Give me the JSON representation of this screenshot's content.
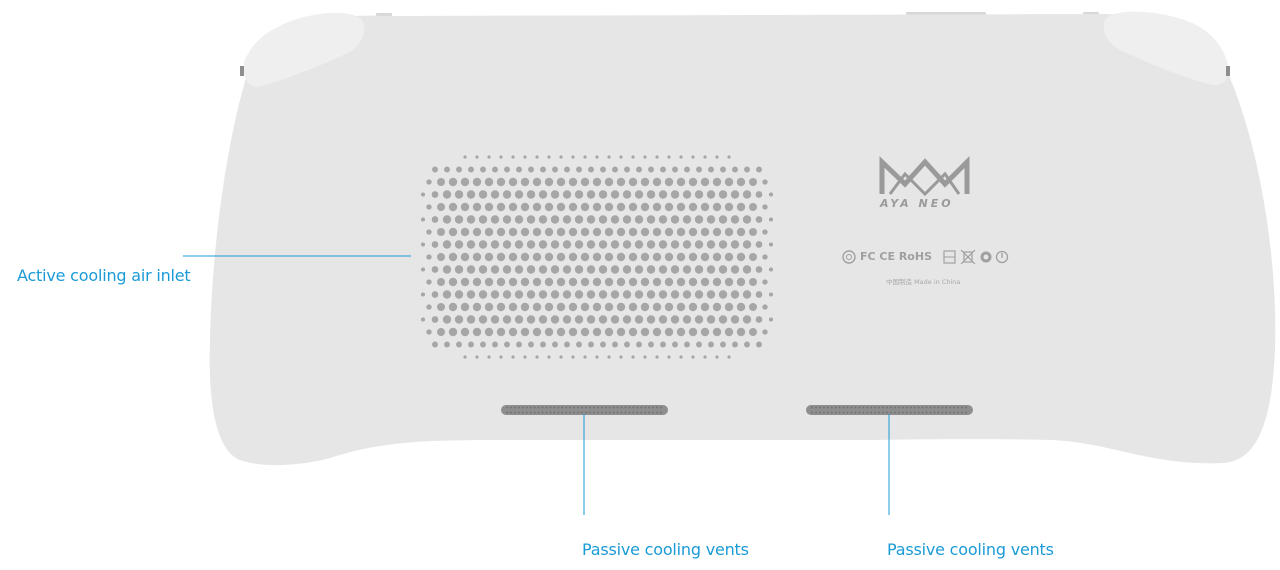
{
  "device": {
    "body_color": "#e6e6e6",
    "shadow_color": "#d8d8d8",
    "grip_color": "#efefef",
    "vent_color": "#8e8e8e",
    "dot_color": "#a6a6a6",
    "logo": {
      "icon": "aya-neo-logo-icon",
      "wordmark": "AYA NEO"
    },
    "regulatory": {
      "marks": "FC CE RoHS",
      "symbols": [
        "cc-mark-icon",
        "ukca-mark-icon",
        "weee-bin-icon",
        "recycle-icon",
        "power-standard-icon"
      ],
      "origin": "中国制造 Made in China"
    }
  },
  "callouts": {
    "accent": "#1a9bd7",
    "air_inlet": {
      "label": "Active cooling air inlet"
    },
    "vent_left": {
      "label": "Passive cooling vents"
    },
    "vent_right": {
      "label": "Passive cooling vents"
    }
  }
}
